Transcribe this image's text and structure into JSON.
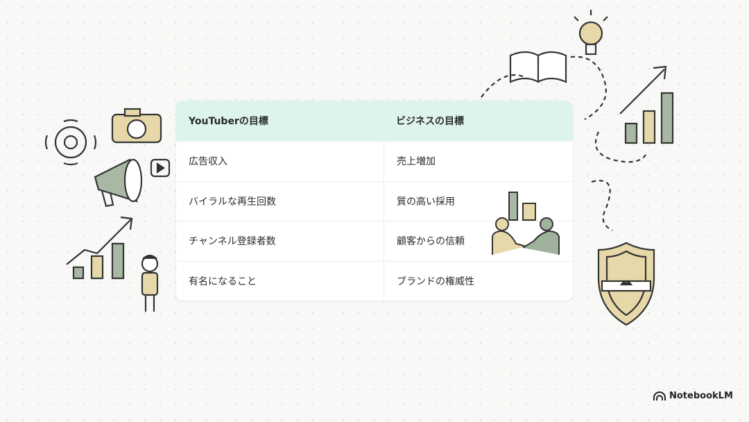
{
  "table": {
    "headers": [
      "YouTuberの目標",
      "ビジネスの目標"
    ],
    "rows": [
      [
        "広告収入",
        "売上増加"
      ],
      [
        "バイラルな再生回数",
        "質の高い採用"
      ],
      [
        "チャンネル登録者数",
        "顧客からの信頼"
      ],
      [
        "有名になること",
        "ブランドの権威性"
      ]
    ]
  },
  "branding": {
    "logo_text": "NotebookLM"
  },
  "colors": {
    "header_bg": "#dcf3ee",
    "sage": "#9fb39c",
    "sand": "#e6d8a8",
    "ink": "#333333"
  }
}
